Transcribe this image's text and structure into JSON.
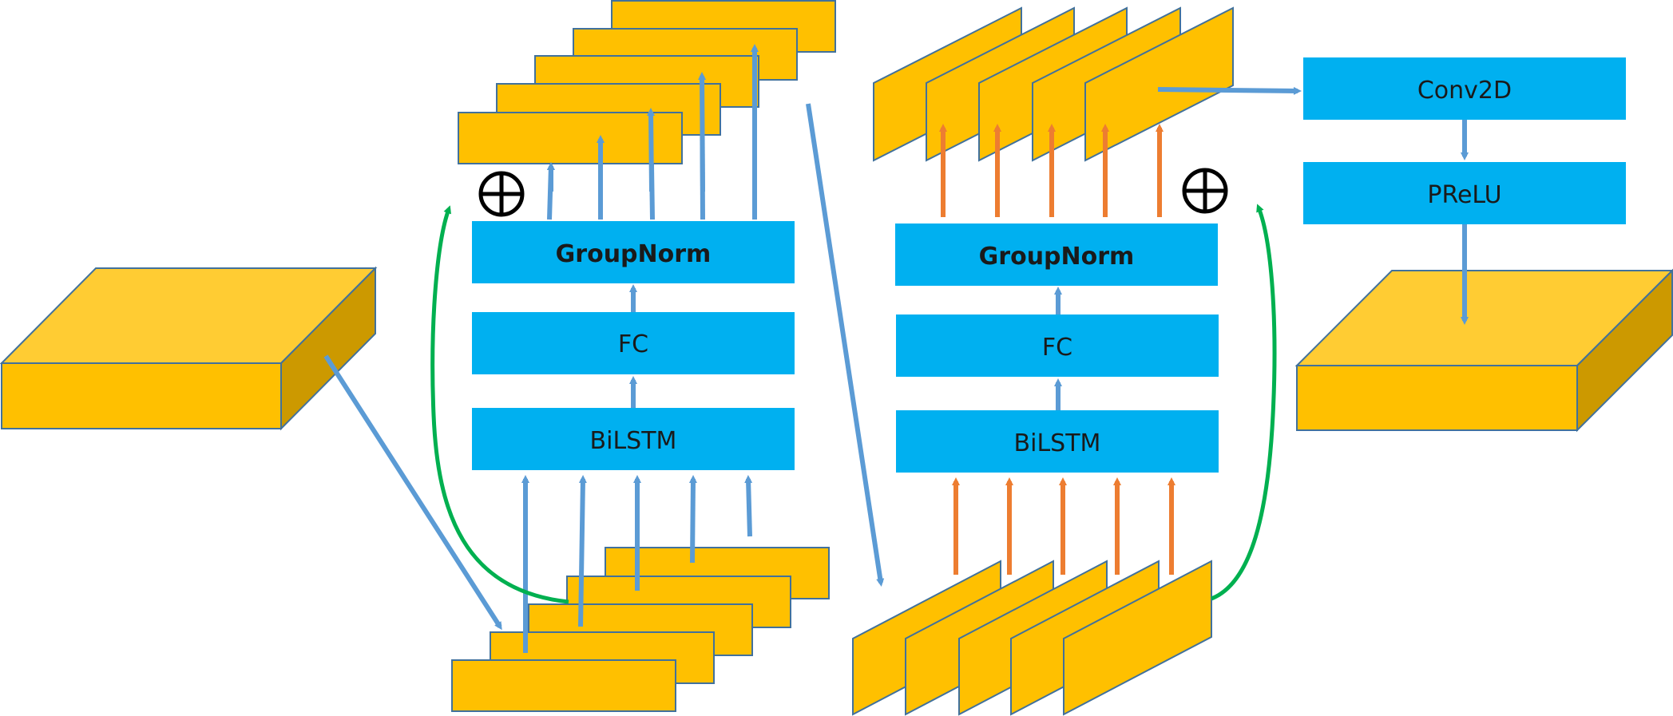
{
  "colors": {
    "tensor_front": "#FFC000",
    "tensor_top": "#FFCC33",
    "tensor_side": "#CC9900",
    "tensor_stroke": "#41719C",
    "block_fill": "#00B0F0",
    "arrow_blue": "#5B9BD5",
    "arrow_orange": "#ED7D31",
    "arrow_green": "#00B050",
    "text": "#1a1a1a",
    "plus_symbol": "#000000"
  },
  "icons": {
    "residual_add_left": "circle-plus-icon",
    "residual_add_right": "circle-plus-icon"
  },
  "intra_chunk_rnn": {
    "blocks": {
      "bilstm": "BiLSTM",
      "fc": "FC",
      "groupnorm": "GroupNorm"
    }
  },
  "inter_chunk_rnn": {
    "blocks": {
      "bilstm": "BiLSTM",
      "fc": "FC",
      "groupnorm": "GroupNorm"
    }
  },
  "output_head": {
    "blocks": {
      "conv2d": "Conv2D",
      "prelu": "PReLU"
    }
  }
}
